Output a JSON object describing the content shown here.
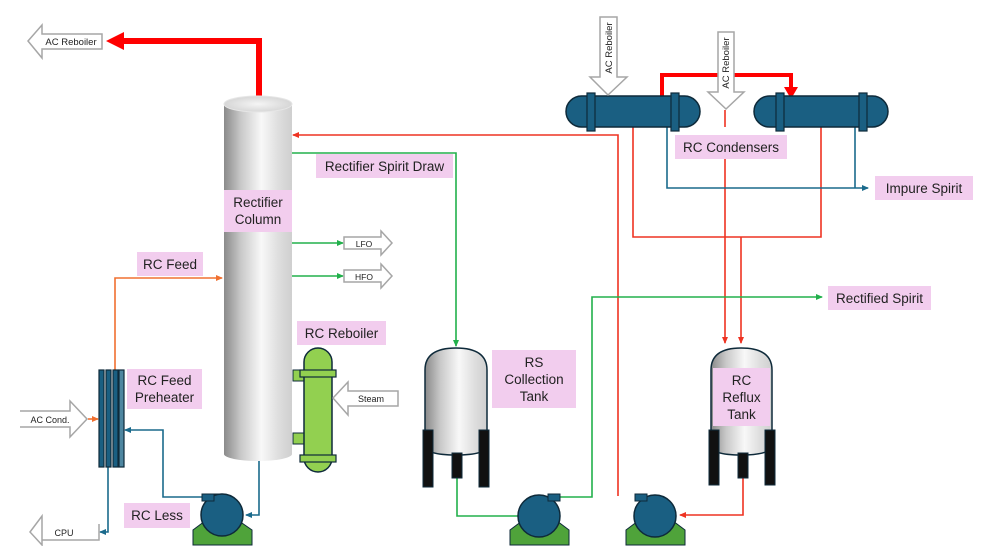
{
  "diagram": {
    "title": "Rectifier Column Process Flow",
    "colors": {
      "vapor_line": "#ff0000",
      "reflux_line": "#ee3322",
      "spirit_line": "#22b04b",
      "feed_line": "#f07030",
      "bottoms_line": "#1a6a8c",
      "equipment_blue": "#1a5f82",
      "reboiler_green": "#92d050",
      "pump_base_green": "#4fa33a",
      "label_bg": "#f2cdee"
    },
    "labels": {
      "rectifier_column": "Rectifier\nColumn",
      "rectifier_spirit_draw": "Rectifier Spirit Draw",
      "rc_feed": "RC Feed",
      "rc_feed_preheater": "RC Feed\nPreheater",
      "rc_reboiler": "RC Reboiler",
      "rs_collection_tank": "RS\nCollection\nTank",
      "rc_reflux_tank": "RC\nReflux\nTank",
      "rc_condensers": "RC Condensers",
      "impure_spirit": "Impure Spirit",
      "rectified_spirit": "Rectified Spirit",
      "rc_less": "RC Less"
    },
    "arrows": {
      "ac_reboiler_out": "AC Reboiler",
      "ac_reboiler_in_1": "AC Reboiler",
      "ac_reboiler_in_2": "AC Reboiler",
      "lfo": "LFO",
      "hfo": "HFO",
      "steam": "Steam",
      "ac_cond": "AC Cond.",
      "cpu": "CPU"
    }
  }
}
